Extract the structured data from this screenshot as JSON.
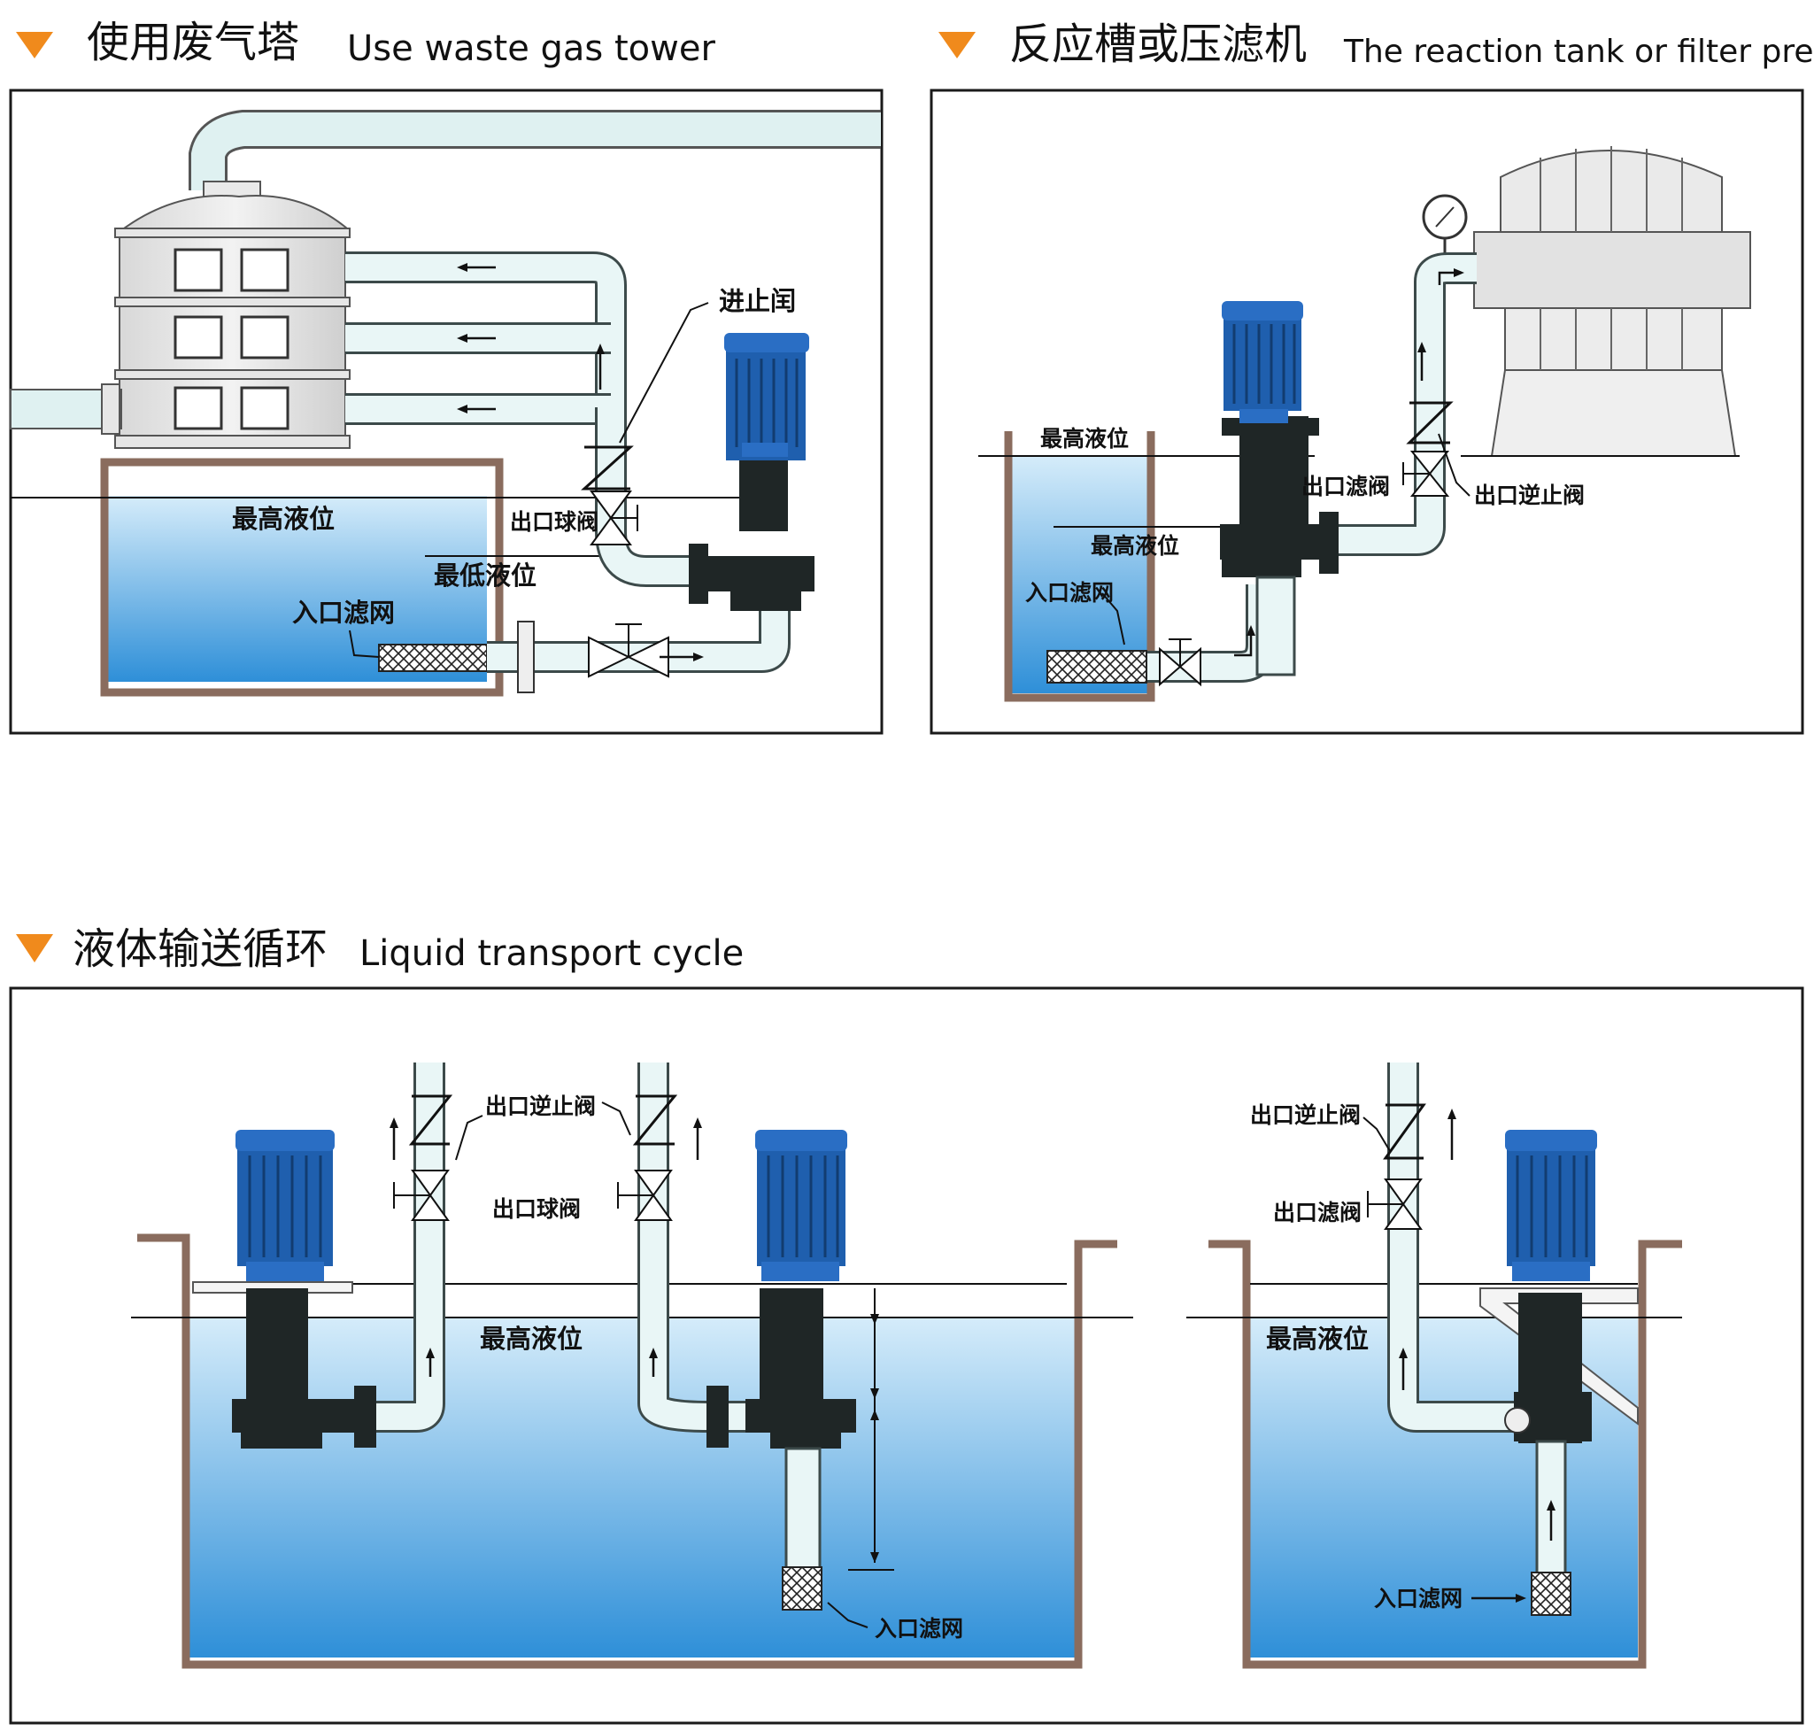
{
  "colors": {
    "accent_triangle": "#f08a1c",
    "water_top": "#d5ecfa",
    "water_bottom": "#2e8fd8",
    "motor_blue": "#1f5fae",
    "pump_body": "#1f2626",
    "tank_wall": "#8a6c5e",
    "pipe_fill": "#e9f6f6"
  },
  "sections": {
    "tower": {
      "title_cn": "使用废气塔",
      "title_en": "Use waste gas tower",
      "labels": {
        "check_valve": "进止闰",
        "outlet_ball_valve": "出口球阀",
        "max_level": "最高液位",
        "min_level": "最低液位",
        "inlet_filter": "入口滤网"
      }
    },
    "reaction": {
      "title_cn": "反应槽或压滤机",
      "title_en": "The reaction tank or filter press",
      "labels": {
        "max_level": "最高液位",
        "min_level": "最高液位",
        "outlet_valve": "出口滤阀",
        "outlet_check_valve": "出口逆止阀",
        "inlet_filter": "入口滤网"
      }
    },
    "cycle": {
      "title_cn": "液体输送循环",
      "title_en": "Liquid transport cycle",
      "labels": {
        "outlet_check_valve_a": "出口逆止阀",
        "outlet_valve_a": "出口球阀",
        "max_level_a": "最高液位",
        "inlet_filter_a": "入口滤网",
        "outlet_check_valve_b": "出口逆止阀",
        "outlet_valve_b": "出口滤阀",
        "max_level_b": "最高液位",
        "inlet_filter_b": "入口滤网"
      }
    }
  }
}
